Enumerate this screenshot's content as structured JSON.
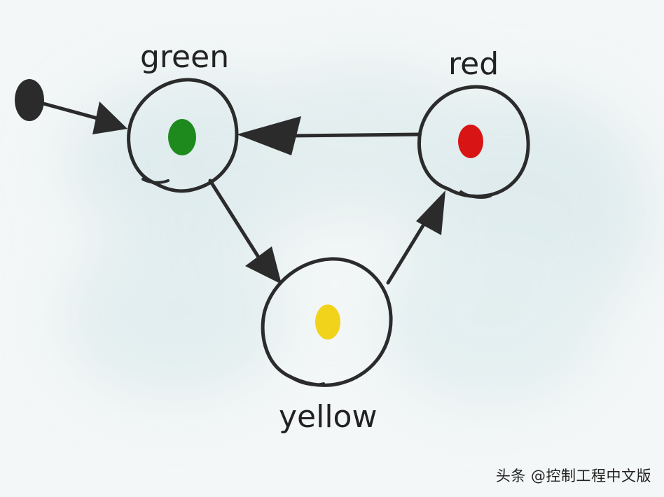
{
  "diagram": {
    "states": [
      {
        "id": "green",
        "label": "green",
        "dot_color": "#1e8a1e"
      },
      {
        "id": "red",
        "label": "red",
        "dot_color": "#d81414"
      },
      {
        "id": "yellow",
        "label": "yellow",
        "dot_color": "#f2d31b"
      }
    ],
    "transitions": [
      {
        "from": "start",
        "to": "green"
      },
      {
        "from": "green",
        "to": "yellow"
      },
      {
        "from": "yellow",
        "to": "red"
      },
      {
        "from": "red",
        "to": "green"
      }
    ],
    "colors": {
      "stroke": "#2b2b2b",
      "background": "#f4f7f7",
      "haze": "#cfe3e6"
    }
  },
  "watermark": "头条 @控制工程中文版"
}
